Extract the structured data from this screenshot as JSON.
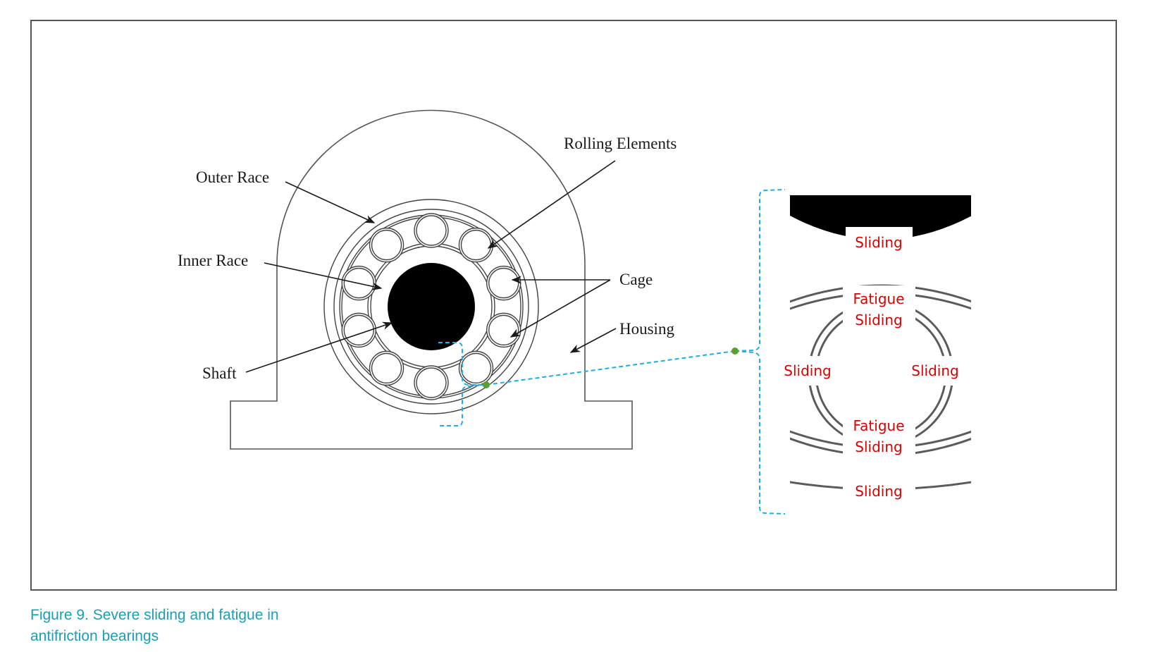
{
  "figure": {
    "caption_line1": "Figure 9. Severe sliding and fatigue in",
    "caption_line2": "antifriction bearings"
  },
  "diagram": {
    "labels": {
      "outer_race": "Outer Race",
      "inner_race": "Inner Race",
      "shaft": "Shaft",
      "rolling_elements": "Rolling Elements",
      "cage": "Cage",
      "housing": "Housing"
    },
    "detail_annotations": {
      "top": "Sliding",
      "upper_fatigue": "Fatigue",
      "upper_sliding": "Sliding",
      "left": "Sliding",
      "right": "Sliding",
      "lower_fatigue": "Fatigue",
      "lower_sliding": "Sliding",
      "bottom": "Sliding"
    },
    "colors": {
      "callout": "#1ab0e8",
      "marker": "#5aa02c",
      "annotation": "#e00000",
      "caption": "#1b9fb2"
    }
  }
}
